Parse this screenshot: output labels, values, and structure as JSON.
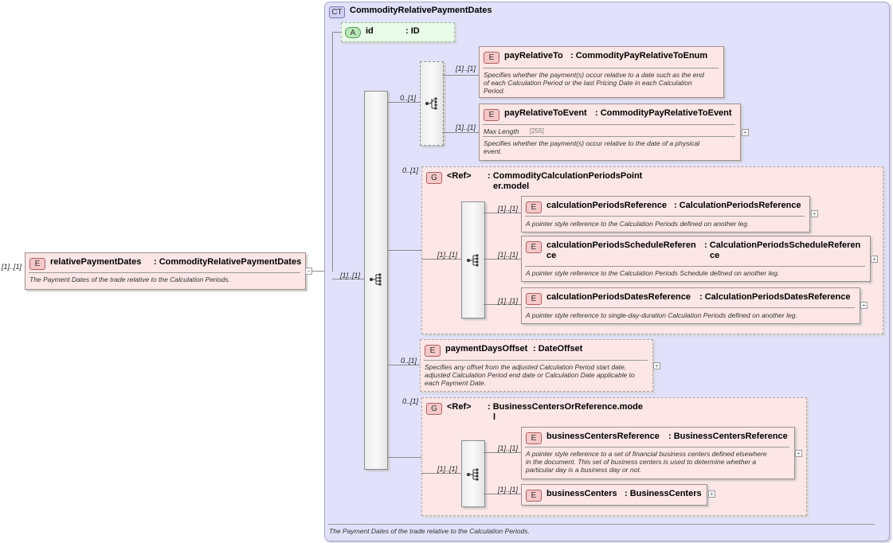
{
  "complex_type": {
    "badge": "CT",
    "name": "CommodityRelativePaymentDates",
    "footer": "The Payment Dates of the trade relative to the Calculation Periods."
  },
  "root": {
    "multiplicity": "[1]..[1]",
    "badge": "E",
    "name": "relativePaymentDates",
    "type": ": CommodityRelativePaymentDates",
    "description": "The Payment Dates of the trade relative to the Calculation Periods."
  },
  "attribute": {
    "badge": "A",
    "name": "id",
    "type": ": ID"
  },
  "main_sequence": {
    "multiplicity": "[1]..[1]"
  },
  "choice": {
    "multiplicity": "0..[1]",
    "items": [
      {
        "multiplicity": "[1]..[1]",
        "badge": "E",
        "name": "payRelativeTo",
        "type": ": CommodityPayRelativeToEnum",
        "description_lines": [
          "Specifies whether the payment(s) occur relative to a date such as the end",
          "of each Calculation Period or the last Pricing Date in each Calculation",
          "Period."
        ]
      },
      {
        "multiplicity": "[1]..[1]",
        "badge": "E",
        "name": "payRelativeToEvent",
        "type": ": CommodityPayRelativeToEvent",
        "facet_label": "Max Length",
        "facet_value": "[255]",
        "description_lines": [
          "Specifies whether the payment(s) occur relative to the date of a physical",
          "event."
        ]
      }
    ]
  },
  "group1": {
    "multiplicity": "0..[1]",
    "badge": "G",
    "ref": "<Ref>",
    "type_lines": [
      ": CommodityCalculationPeriodsPoint",
      "er.model"
    ],
    "sequence_multiplicity": "[1]..[1]",
    "items": [
      {
        "multiplicity": "[1]..[1]",
        "badge": "E",
        "name_lines": [
          "calculationPeriodsReference"
        ],
        "type_lines": [
          ": CalculationPeriodsReference"
        ],
        "description_lines": [
          "A pointer style reference to the Calculation Periods defined on another leg."
        ]
      },
      {
        "multiplicity": "[1]..[1]",
        "badge": "E",
        "name_lines": [
          "calculationPeriodsScheduleReferen",
          "ce"
        ],
        "type_lines": [
          ": CalculationPeriodsScheduleReferen",
          "ce"
        ],
        "description_lines": [
          "A pointer style reference to the Calculation Periods Schedule defined on another leg."
        ]
      },
      {
        "multiplicity": "[1]..[1]",
        "badge": "E",
        "name_lines": [
          "calculationPeriodsDatesReference"
        ],
        "type_lines": [
          ": CalculationPeriodsDatesReference"
        ],
        "description_lines": [
          "A pointer style reference to single-day-duration Calculation Periods defined on another leg."
        ]
      }
    ]
  },
  "offset": {
    "multiplicity": "0..[1]",
    "badge": "E",
    "name": "paymentDaysOffset",
    "type": ": DateOffset",
    "description_lines": [
      "Specifies any offset from the adjusted Calculation Period start date,",
      "adjusted Calculation Period end date or Calculation Date applicable to",
      "each Payment Date."
    ]
  },
  "group2": {
    "multiplicity": "0..[1]",
    "badge": "G",
    "ref": "<Ref>",
    "type_lines": [
      ": BusinessCentersOrReference.mode",
      "l"
    ],
    "sequence_multiplicity": "[1]..[1]",
    "items": [
      {
        "multiplicity": "[1]..[1]",
        "badge": "E",
        "name": "businessCentersReference",
        "type": ": BusinessCentersReference",
        "description_lines": [
          "A pointer style reference to a set of financial business centers defined elsewhere",
          "in the document. This set of business centers is used to determine whether a",
          "particular day is a business day or not."
        ]
      },
      {
        "multiplicity": "[1]..[1]",
        "badge": "E",
        "name": "businessCenters",
        "type": ": BusinessCenters"
      }
    ]
  },
  "icons": {
    "expand": "plus-icon",
    "collapse": "minus-icon",
    "sequence": "sequence-icon",
    "choice": "choice-icon"
  },
  "colors": {
    "element_fill": "#fde6e6",
    "complex_type_fill": "#e1e1fb",
    "attribute_fill": "#e9fbe9"
  }
}
